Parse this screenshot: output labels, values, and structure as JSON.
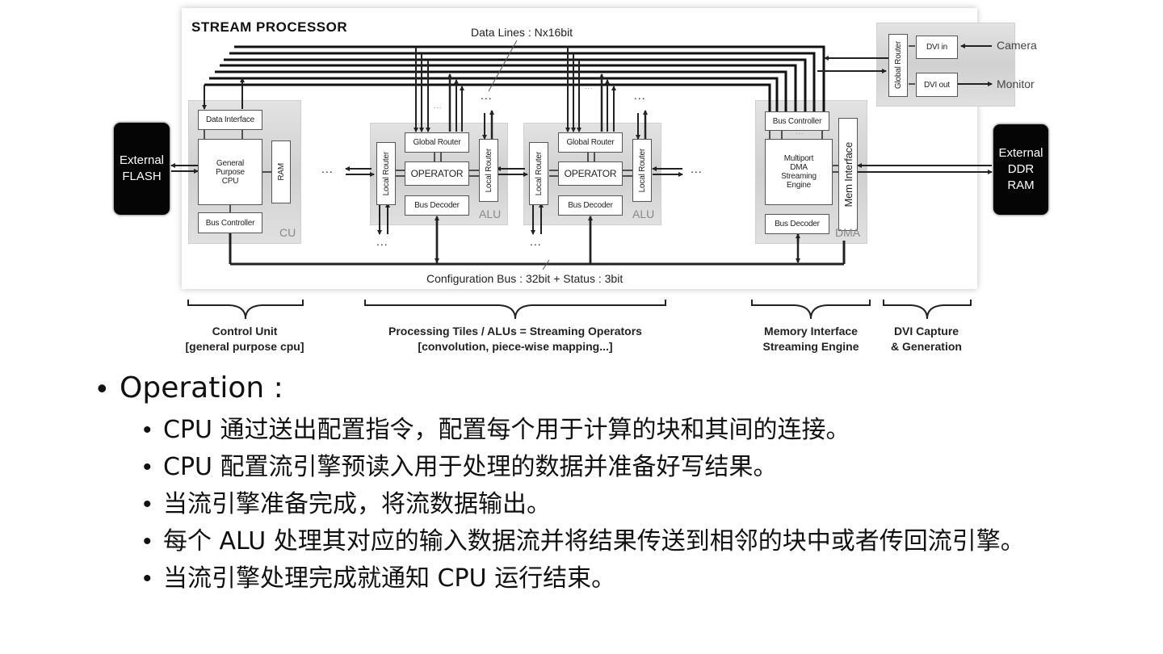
{
  "diagram": {
    "title": "STREAM PROCESSOR",
    "data_lines_label": "Data Lines : Nx16bit",
    "config_bus_label": "Configuration Bus : 32bit + Status : 3bit",
    "ellipsis": "...",
    "external_flash": "External\nFLASH",
    "external_ddr": "External\nDDR\nRAM",
    "camera": "Camera",
    "monitor": "Monitor",
    "cu": {
      "tag": "CU",
      "data_interface": "Data Interface",
      "cpu": "General\nPurpose\nCPU",
      "ram": "RAM",
      "bus_controller": "Bus Controller"
    },
    "alu": {
      "tag": "ALU",
      "global_router": "Global Router",
      "operator": "OPERATOR",
      "bus_decoder": "Bus Decoder",
      "local_router": "Local Router"
    },
    "dma": {
      "tag": "DMA",
      "bus_controller": "Bus Controller",
      "engine": "Multiport\nDMA\nStreaming\nEngine",
      "mem_interface": "Mem Interface",
      "bus_decoder": "Bus Decoder"
    },
    "dvi": {
      "global_router": "Global Router",
      "dvi_in": "DVI in",
      "dvi_out": "DVI out"
    },
    "captions": [
      {
        "line1": "Control Unit",
        "line2": "[general purpose cpu]"
      },
      {
        "line1": "Processing Tiles / ALUs = Streaming Operators",
        "line2": "[convolution, piece-wise mapping...]"
      },
      {
        "line1": "Memory Interface",
        "line2": "Streaming Engine"
      },
      {
        "line1": "DVI Capture",
        "line2": "& Generation"
      }
    ]
  },
  "bullets": {
    "heading": "Operation  :",
    "items": [
      "CPU 通过送出配置指令，配置每个用于计算的块和其间的连接。",
      "CPU 配置流引擎预读入用于处理的数据并准备好写结果。",
      "当流引擎准备完成，将流数据输出。",
      "每个 ALU 处理其对应的输入数据流并将结果传送到相邻的块中或者传回流引擎。",
      "当流引擎处理完成就通知 CPU 运行结束。"
    ]
  }
}
